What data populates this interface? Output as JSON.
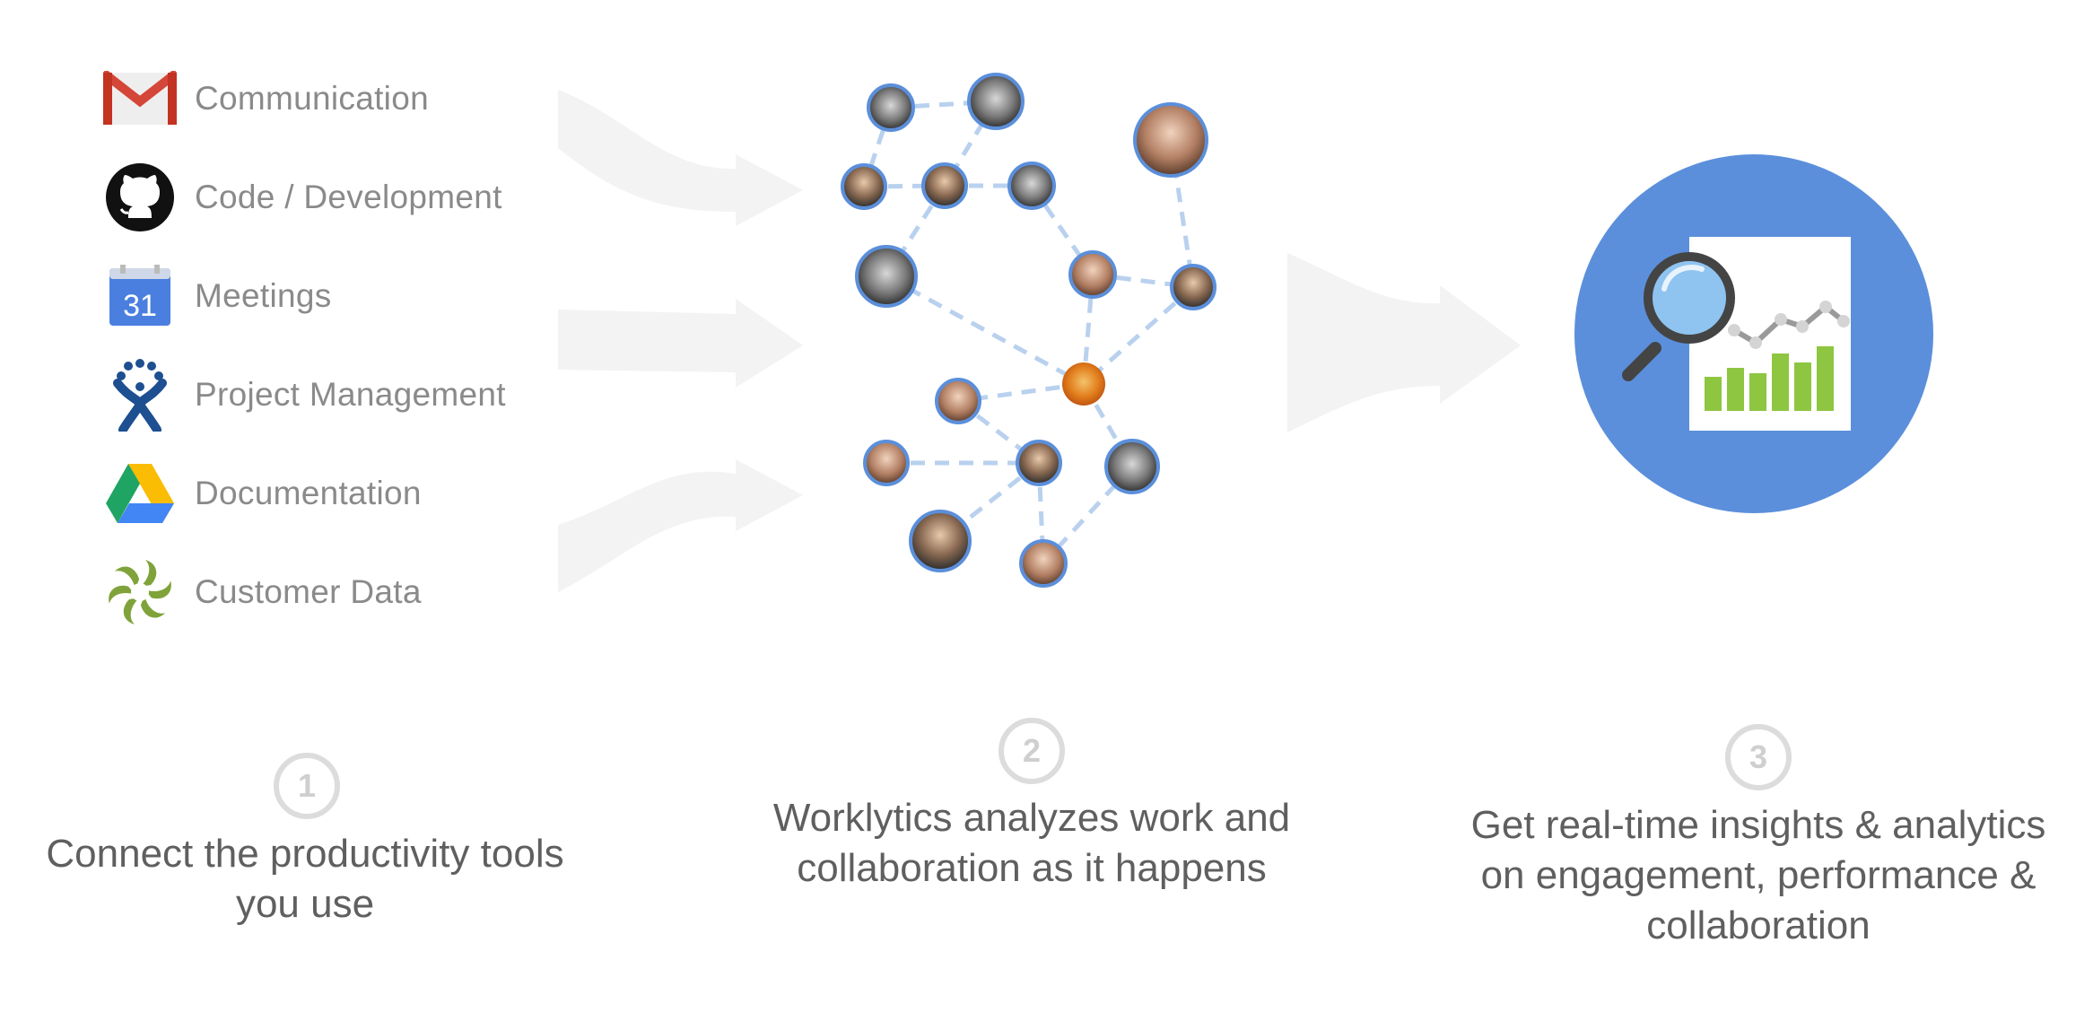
{
  "tools": [
    {
      "label": "Communication",
      "icon": "gmail-icon"
    },
    {
      "label": "Code / Development",
      "icon": "github-icon"
    },
    {
      "label": "Meetings",
      "icon": "calendar-icon",
      "icon_text": "31"
    },
    {
      "label": "Project Management",
      "icon": "jira-icon"
    },
    {
      "label": "Documentation",
      "icon": "drive-icon"
    },
    {
      "label": "Customer Data",
      "icon": "customer-data-icon"
    }
  ],
  "steps": [
    {
      "number": "1",
      "lines": [
        "Connect the productivity tools",
        "you use"
      ]
    },
    {
      "number": "2",
      "lines": [
        "Worklytics analyzes work and",
        "collaboration as it happens"
      ]
    },
    {
      "number": "3",
      "lines": [
        "Get real-time insights & analytics",
        "on engagement, performance &",
        "collaboration"
      ]
    }
  ],
  "colors": {
    "accent_blue": "#5b8fdb",
    "chart_green": "#8ec641",
    "arrow_gray": "#f2f2f2",
    "link_dash": "#b9d1ee",
    "text_gray": "#8a8a8a",
    "caption_gray": "#5f5f5f"
  }
}
